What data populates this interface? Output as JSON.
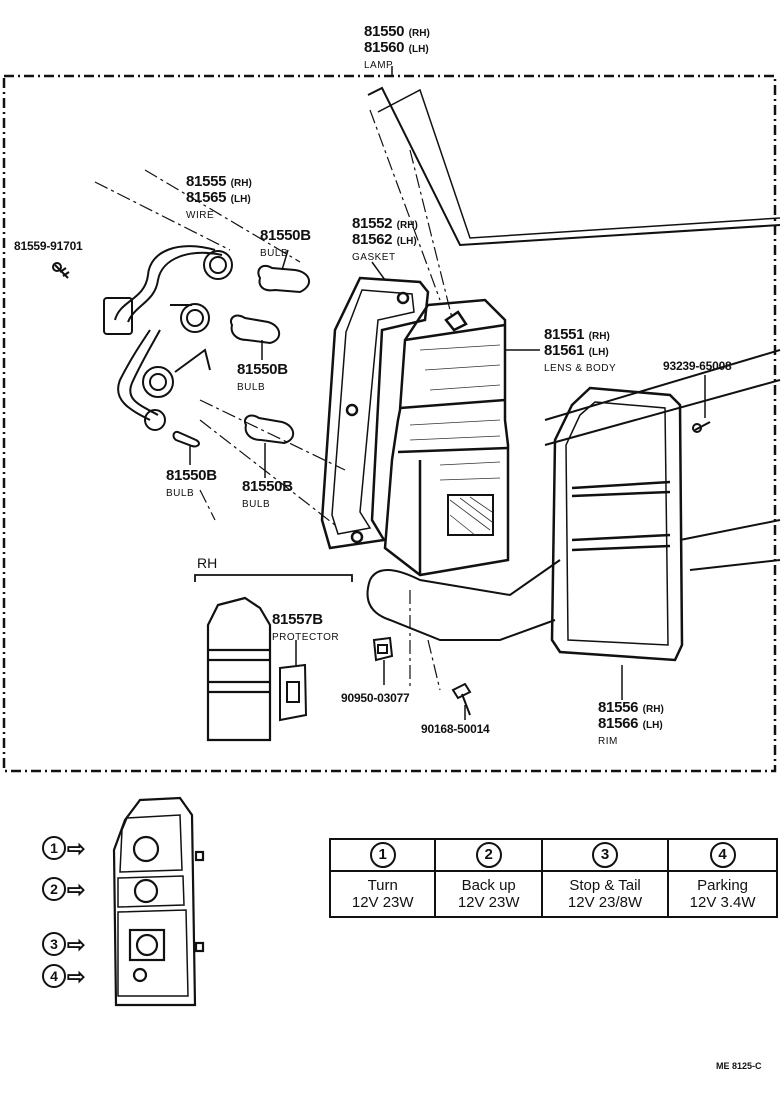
{
  "lamp": {
    "pn_rh": "81550",
    "side_rh": "(RH)",
    "pn_lh": "81560",
    "side_lh": "(LH)",
    "name": "LAMP"
  },
  "wire": {
    "pn_rh": "81555",
    "side_rh": "(RH)",
    "pn_lh": "81565",
    "side_lh": "(LH)",
    "name": "WIRE"
  },
  "screw_top": {
    "pn": "81559-91701"
  },
  "bulb_a": {
    "pn": "81550B",
    "name": "BULB"
  },
  "bulb_b": {
    "pn": "81550B",
    "name": "BULB"
  },
  "bulb_c": {
    "pn": "81550B",
    "name": "BULB"
  },
  "bulb_d": {
    "pn": "81550B",
    "name": "BULB"
  },
  "gasket": {
    "pn_rh": "81552",
    "side_rh": "(RH)",
    "pn_lh": "81562",
    "side_lh": "(LH)",
    "name": "GASKET"
  },
  "lens": {
    "pn_rh": "81551",
    "side_rh": "(RH)",
    "pn_lh": "81561",
    "side_lh": "(LH)",
    "name": "LENS & BODY"
  },
  "screw_rim": {
    "pn": "93239-65008"
  },
  "rh_group": {
    "label": "RH"
  },
  "protector": {
    "pn": "81557B",
    "name": "PROTECTOR"
  },
  "nut": {
    "pn": "90950-03077"
  },
  "bolt": {
    "pn": "90168-50014"
  },
  "rim": {
    "pn_rh": "81556",
    "side_rh": "(RH)",
    "pn_lh": "81566",
    "side_lh": "(LH)",
    "name": "RIM"
  },
  "bulb_table": {
    "columns": [
      {
        "num": "1",
        "function": "Turn",
        "spec": "12V  23W"
      },
      {
        "num": "2",
        "function": "Back up",
        "spec": "12V  23W"
      },
      {
        "num": "3",
        "function": "Stop & Tail",
        "spec": "12V  23/8W"
      },
      {
        "num": "4",
        "function": "Parking",
        "spec": "12V  3.4W"
      }
    ]
  },
  "position_markers": [
    "1",
    "2",
    "3",
    "4"
  ],
  "figure_code": "ME  8125-C"
}
